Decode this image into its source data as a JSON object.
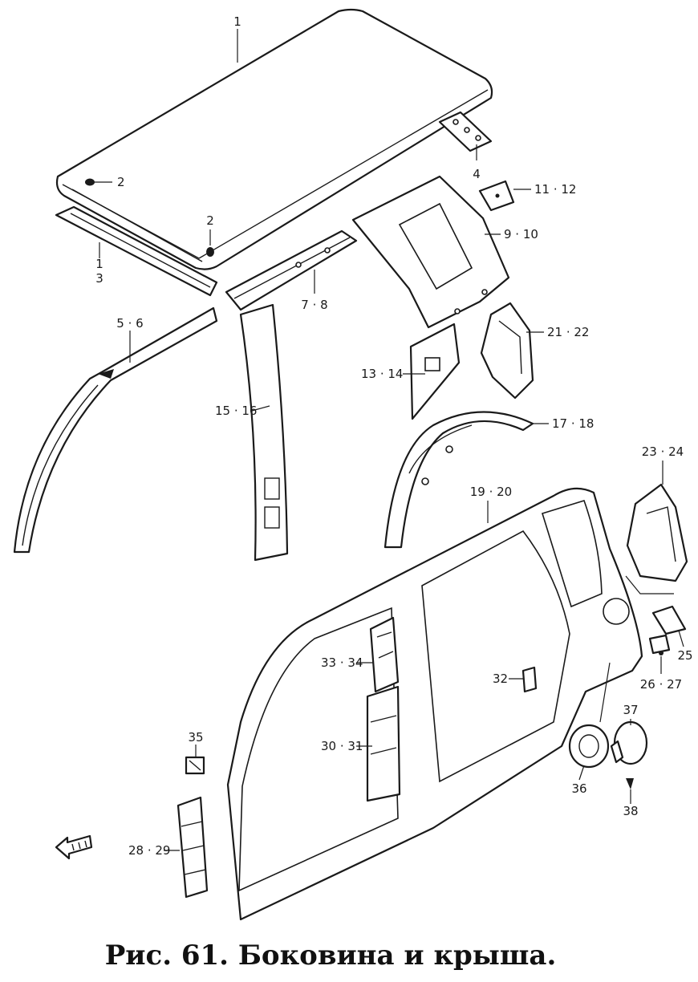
{
  "caption": "Рис. 61. Боковина и крыша.",
  "callouts": {
    "c1_top": "1",
    "c2_left": "2",
    "c2_mid": "2",
    "c1_3": "1",
    "c3": "3",
    "c4": "4",
    "c11_12": "11 · 12",
    "c9_10": "9 · 10",
    "c7_8": "7 · 8",
    "c5_6": "5 · 6",
    "c21_22": "21 · 22",
    "c13_14": "13 · 14",
    "c15_16": "15 · 16",
    "c17_18": "17 · 18",
    "c23_24": "23 · 24",
    "c19_20": "19 · 20",
    "c25": "25",
    "c33_34": "33 · 34",
    "c32": "32",
    "c26_27": "26 · 27",
    "c37": "37",
    "c35": "35",
    "c30_31": "30 · 31",
    "c36": "36",
    "c38": "38",
    "c28_29": "28 · 29"
  },
  "icons": {
    "front_arrow": "front-direction-arrow-icon"
  }
}
